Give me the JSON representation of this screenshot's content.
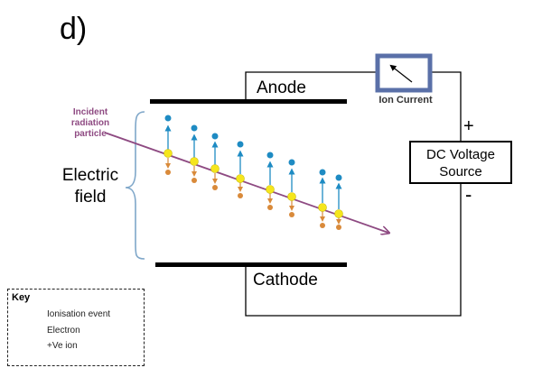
{
  "panel_letter": "d)",
  "labels": {
    "anode": "Anode",
    "cathode": "Cathode",
    "ion_current": "Ion Current",
    "dc_source_line1": "DC Voltage",
    "dc_source_line2": "Source",
    "plus": "+",
    "minus": "-",
    "incident_line1": "Incident",
    "incident_line2": "radiation",
    "incident_line3": "particle",
    "electric_field_line1": "Electric",
    "electric_field_line2": "field"
  },
  "key": {
    "title": "Key",
    "items": [
      {
        "label": "Ionisation event",
        "symbol": "ionisation-event",
        "color": "#f5e61c"
      },
      {
        "label": "Electron",
        "symbol": "electron",
        "color": "#1e8bc3"
      },
      {
        "label": "+Ve ion",
        "symbol": "positive-ion",
        "color": "#d98a3a"
      }
    ]
  },
  "colors": {
    "particle_path": "#8e4a82",
    "meter_frame": "#5a70a8",
    "field_brace": "#7fa7c9",
    "electron_arrow": "#1e8bc3",
    "ion_arrow": "#d98a3a"
  },
  "ionisation_events_count": 8
}
